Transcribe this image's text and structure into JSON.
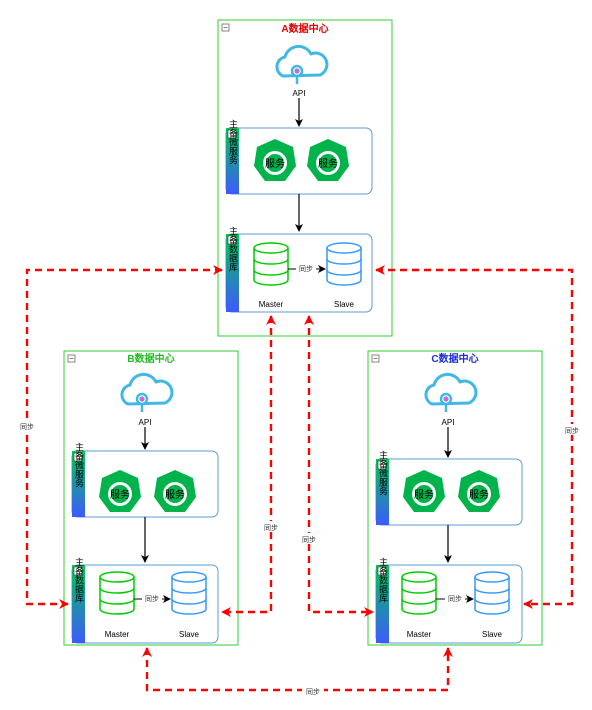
{
  "colors": {
    "datacenter_border": "#33cc33",
    "service_green": "#00b34a",
    "db_green": "#00cc00",
    "db_blue": "#3399ff",
    "sync_red": "#ff0000",
    "cloud": "#3fb8e5",
    "stripe_top": "#00c853",
    "stripe_bottom": "#3d5afe"
  },
  "datacenters": {
    "a": {
      "title": "A数据中心",
      "title_color": "#e00000"
    },
    "b": {
      "title": "B数据中心",
      "title_color": "#22bb22"
    },
    "c": {
      "title": "C数据中心",
      "title_color": "#1a2edb"
    }
  },
  "labels": {
    "api": "API",
    "service_group": "主备微服务",
    "db_group": "主备数据库",
    "service": "服务",
    "master": "Master",
    "slave": "Slave",
    "sync": "同步"
  }
}
